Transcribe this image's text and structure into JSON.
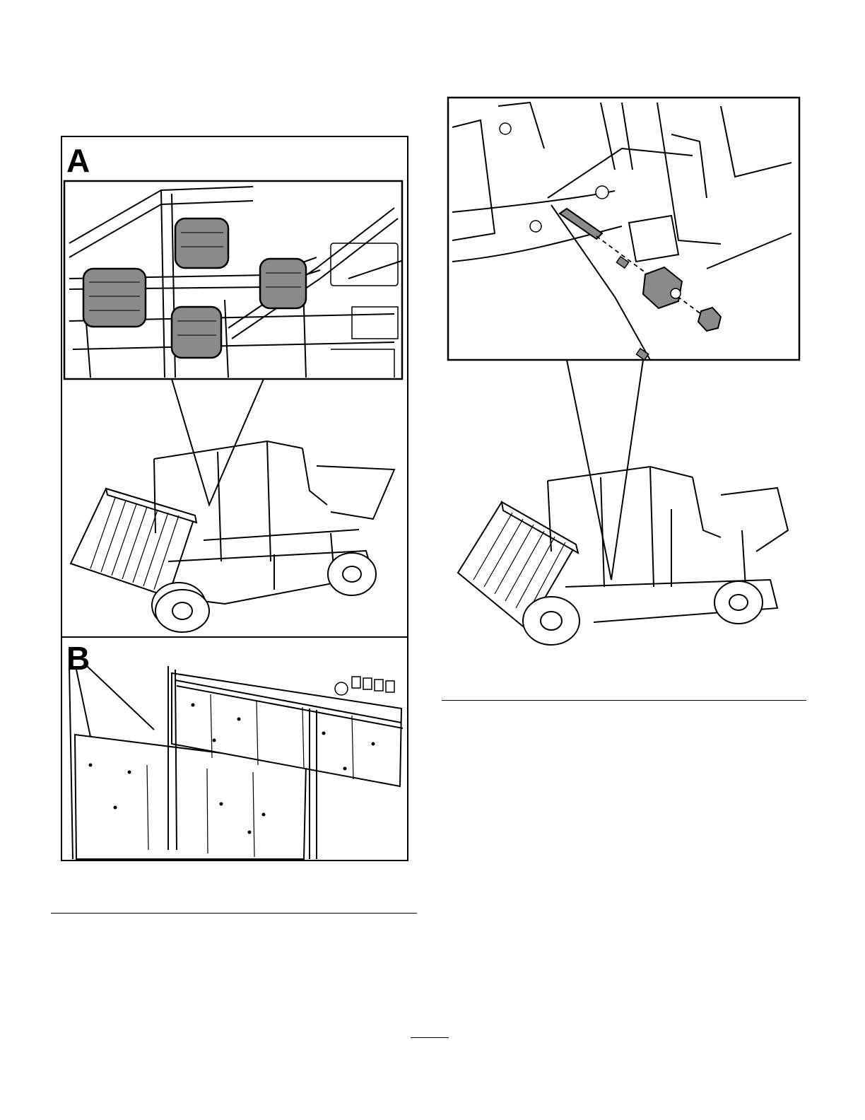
{
  "figure_left": {
    "panel_a": {
      "letter": "A"
    },
    "panel_b": {
      "letter": "B"
    }
  },
  "figure_right": {
    "detail_callout": "bolt-nut-washer-exploded-view"
  },
  "footer": {
    "page_number": ""
  },
  "colors": {
    "line": "#000000",
    "part_fill": "#8a8a8a",
    "background": "#ffffff"
  }
}
